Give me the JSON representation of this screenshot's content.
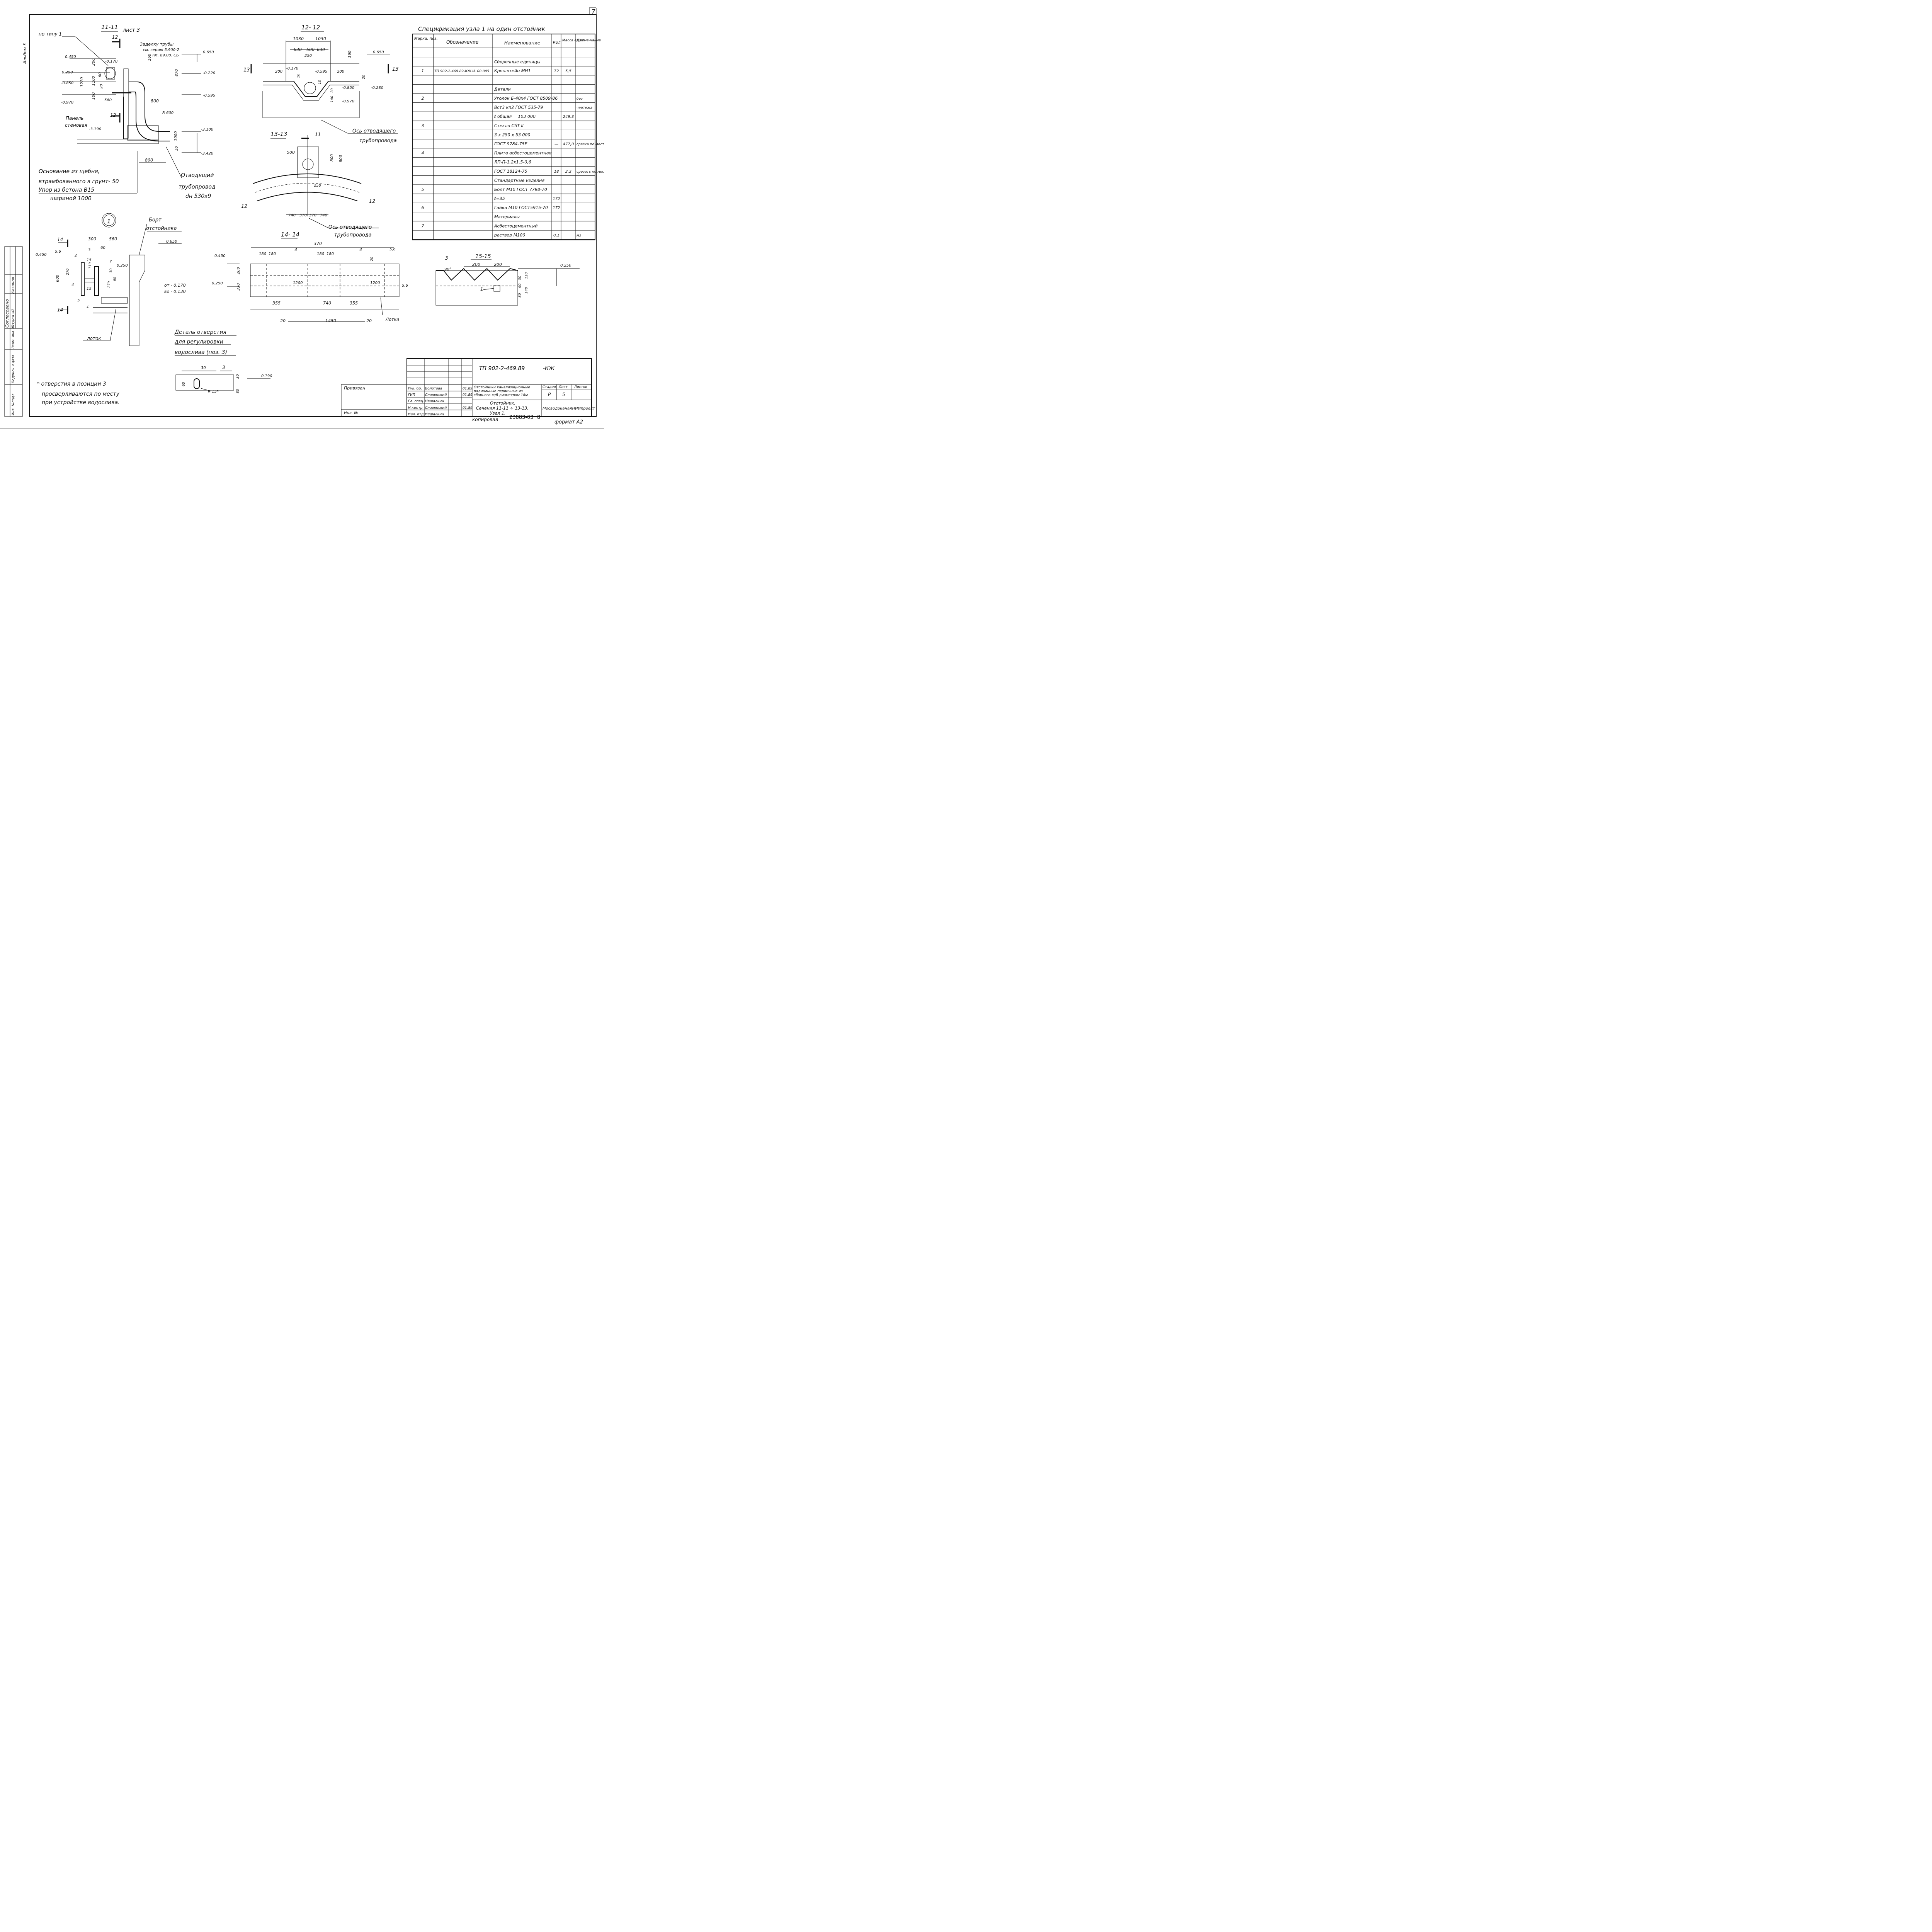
{
  "sheet": {
    "page_number": "7",
    "album": "Альбом 3",
    "format": "формат А2",
    "copied": "копировал",
    "copied_number": "23883-03",
    "copied_sheet": "8"
  },
  "section_11": {
    "title": "11-11",
    "sheet_ref": "лист 3",
    "note_type": "по типу 1",
    "pipe_note": [
      "Заделку трубы",
      "см. серию 5.900-2",
      "ТМ. 89.00. СБ"
    ],
    "panel": [
      "Панель",
      "стеновая"
    ],
    "levels": [
      "0.450",
      "0.250",
      "-0.850",
      "-0.970",
      "-0.170",
      "0.650",
      "-0.220",
      "-0.595",
      "-3.190",
      "-3.100",
      "-3.420"
    ],
    "dims": [
      "1220",
      "1100",
      "200",
      "100",
      "60",
      "20",
      "160",
      "870",
      "560",
      "800",
      "R 600",
      "1000",
      "50",
      "800"
    ],
    "cut_marks": [
      "12",
      "12"
    ],
    "base_note": [
      "Основание из щебня,",
      "втрамбованного в грунт- 50",
      "Упор из бетона В15",
      "шириной   1000"
    ],
    "outlet_note": [
      "Отводящий",
      "трубопровод",
      "dн 530х9"
    ]
  },
  "section_12": {
    "title": "12- 12",
    "dims": [
      "1030",
      "1030",
      "630",
      "500",
      "630",
      "250",
      "200",
      "200",
      "10",
      "10",
      "20",
      "20",
      "160",
      "100",
      "160"
    ],
    "levels": [
      "-0.170",
      "-0.595",
      "0.650",
      "-0.850",
      "-0.970",
      "-0.280"
    ],
    "cut_marks": [
      "13",
      "13"
    ],
    "axis_note": [
      "Ось отводящего",
      "трубопровода"
    ]
  },
  "section_13": {
    "title": "13-13",
    "dims": [
      "500",
      "800",
      "800",
      "250",
      "740",
      "370",
      "370",
      "740"
    ],
    "cut_marks": [
      "11",
      "12",
      "12"
    ],
    "axis_note": [
      "Ось отводящего",
      "трубопровода"
    ]
  },
  "node_1": {
    "label": "1",
    "levels": [
      "0.450",
      "0.650",
      "0.250",
      "от - 0.170",
      "во - 0.130"
    ],
    "dims": [
      "300",
      "560",
      "60",
      "600",
      "270",
      "110",
      "270",
      "30",
      "60"
    ],
    "positions": [
      "5,6",
      "2",
      "3",
      "15",
      "7",
      "4",
      "15",
      "2",
      "1"
    ],
    "cut_marks": [
      "14",
      "14"
    ],
    "wall_note": [
      "Борт",
      "отстойника"
    ],
    "tray_note": "лоток"
  },
  "section_14": {
    "title": "14- 14",
    "levels": [
      "0.450",
      "0.250"
    ],
    "dims": [
      "370",
      "180",
      "180",
      "180",
      "180",
      "20",
      "200",
      "330",
      "1200",
      "1200",
      "355",
      "740",
      "355",
      "20",
      "1450",
      "20"
    ],
    "positions": [
      "4",
      "4",
      "5,6",
      "5,6"
    ],
    "trays_note": "Лотки"
  },
  "section_15": {
    "title": "15-15",
    "dims": [
      "200",
      "200",
      "90°",
      "110",
      "30",
      "60",
      "140",
      "80"
    ],
    "positions": [
      "3",
      "1"
    ],
    "levels": [
      "0.250"
    ]
  },
  "hole_detail": {
    "title": [
      "Деталь отверстия",
      "для регулировки",
      "водослива  (поз. 3)"
    ],
    "dims": [
      "30",
      "60",
      "30",
      "80",
      "R 15*"
    ],
    "position": "3",
    "level": "0.190"
  },
  "footnote": [
    "*    отверстия  в позиции 3",
    "просверливаются  по месту",
    "при  устройстве  водослива."
  ],
  "spec_table": {
    "title": "Спецификация узла 1 на один отстойник",
    "headers": [
      "Марка, поз.",
      "Обозначение",
      "Наименование",
      "Кол.",
      "Масса ед.кг",
      "Приме-чание"
    ],
    "rows": [
      {
        "pos": "",
        "code": "",
        "name": "",
        "qty": "",
        "mass": "",
        "note": ""
      },
      {
        "pos": "",
        "code": "",
        "name": "Сборочные единицы",
        "qty": "",
        "mass": "",
        "note": ""
      },
      {
        "pos": "1",
        "code": "ТП 902-2-469.89-КЖ.И. 00.005",
        "name": "Кронштейн  МН1",
        "qty": "72",
        "mass": "5,5",
        "note": ""
      },
      {
        "pos": "",
        "code": "",
        "name": "",
        "qty": "",
        "mass": "",
        "note": ""
      },
      {
        "pos": "",
        "code": "",
        "name": "Детали",
        "qty": "",
        "mass": "",
        "note": ""
      },
      {
        "pos": "2",
        "code": "",
        "name": "Уголок  Б-40х4 ГОСТ 8509-86",
        "qty": "",
        "mass": "",
        "note": "без"
      },
      {
        "pos": "",
        "code": "",
        "name": "Вст3 кп2 ГОСТ 535-79",
        "qty": "",
        "mass": "",
        "note": "чертежа"
      },
      {
        "pos": "",
        "code": "",
        "name": "ℓ общая = 103 000",
        "qty": "—",
        "mass": "249,3",
        "note": ""
      },
      {
        "pos": "3",
        "code": "",
        "name": "Стекло СбТ II",
        "qty": "",
        "mass": "",
        "note": ""
      },
      {
        "pos": "",
        "code": "",
        "name": "3 х 250 х 53 000",
        "qty": "",
        "mass": "",
        "note": ""
      },
      {
        "pos": "",
        "code": "",
        "name": "ГОСТ 9784-75Е",
        "qty": "—",
        "mass": "477,0",
        "note": "срезка по месту"
      },
      {
        "pos": "4",
        "code": "",
        "name": "Плита асбестоцементная",
        "qty": "",
        "mass": "",
        "note": ""
      },
      {
        "pos": "",
        "code": "",
        "name": "ЛП-П-1,2х1,5-0,6",
        "qty": "",
        "mass": "",
        "note": ""
      },
      {
        "pos": "",
        "code": "",
        "name": "ГОСТ 18124-75",
        "qty": "18",
        "mass": "2,3",
        "note": "срезать по месту"
      },
      {
        "pos": "",
        "code": "",
        "name": "Стандартные изделия",
        "qty": "",
        "mass": "",
        "note": ""
      },
      {
        "pos": "5",
        "code": "",
        "name": "Болт М10 ГОСТ 7798-70",
        "qty": "",
        "mass": "",
        "note": ""
      },
      {
        "pos": "",
        "code": "",
        "name": "ℓ=35",
        "qty": "172",
        "mass": "",
        "note": ""
      },
      {
        "pos": "6",
        "code": "",
        "name": "Гайка М10 ГОСТ5915-70",
        "qty": "172",
        "mass": "",
        "note": ""
      },
      {
        "pos": "",
        "code": "",
        "name": "Материалы",
        "qty": "",
        "mass": "",
        "note": ""
      },
      {
        "pos": "7",
        "code": "",
        "name": "Асбестоцементный",
        "qty": "",
        "mass": "",
        "note": ""
      },
      {
        "pos": "",
        "code": "",
        "name": "раствор М100",
        "qty": "0,1",
        "mass": "",
        "note": "м3"
      }
    ]
  },
  "approval_stamp": {
    "agreed": "Согласовано",
    "dept": "Отдел н2",
    "name": "Казанов",
    "inv_labels": [
      "Инв. №подл.",
      "Подпись и дата",
      "Взам. инв. №"
    ]
  },
  "title_block": {
    "project_code": "ТП  902-2-469.89",
    "mark": "-КЖ",
    "bind_label": "Привязан",
    "inv_label": "Инв. №",
    "roles": [
      {
        "role": "Рук. бр.",
        "name": "Болотова",
        "date": "01.89"
      },
      {
        "role": "ГИП",
        "name": "Славянский",
        "date": "01.89"
      },
      {
        "role": "Гл. спец.",
        "name": "Нешалкин",
        "date": ""
      },
      {
        "role": "Н.контр.",
        "name": "Славянский",
        "date": "01.89"
      },
      {
        "role": "Нач. отд.",
        "name": "Нешалкин",
        "date": ""
      }
    ],
    "project_name": [
      "Отстойники канализационные",
      "радиальные первичные из",
      "сборного ж/б диаметром 18м"
    ],
    "sheet_name": [
      "Отстойник.",
      "Сечения 11-11 ÷ 13-13.",
      "Узел 1."
    ],
    "stage_label": "Стадия",
    "sheet_label": "Лист",
    "sheets_label": "Листов",
    "stage": "Р",
    "sheet": "5",
    "sheets": "",
    "org": "МосводоканалНИИпроект"
  }
}
